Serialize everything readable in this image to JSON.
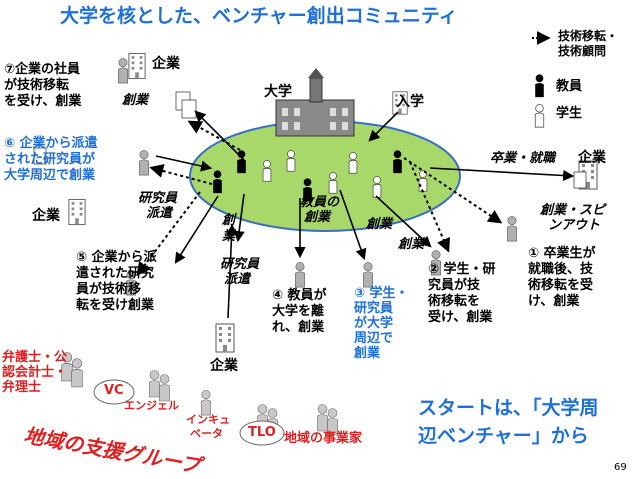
{
  "title": "大学を核とした、ベンチャー創出コミュニティ",
  "legend": {
    "transfer": "技術移転・",
    "transfer2": "技術顧問",
    "faculty": "教員",
    "student": "学生"
  },
  "labels": {
    "university": "大学",
    "enter_university": "入学",
    "company": "企業",
    "startup": "創業",
    "graduate_employ": "卒業・就職",
    "create_spinout1": "創業・スピ",
    "create_spinout2": "ンアウト",
    "faculty_startup1": "教員の",
    "faculty_startup2": "創業",
    "researcher_dispatch1": "研究員",
    "researcher_dispatch2": "派遣",
    "startup_vertical1": "創",
    "startup_vertical2": "業",
    "page_number": "69"
  },
  "notes": {
    "n7": [
      "⑦企業の社員",
      "が技術移転",
      "を受け、創業"
    ],
    "n6": [
      "⑥ 企業から派遣",
      "された研究員が",
      "大学周辺で創業"
    ],
    "n5": [
      "⑤ 企業から派",
      "遣された研究",
      "員が技術移",
      "転を受け創業"
    ],
    "n4": [
      "④ 教員が",
      "大学を離",
      "れ、創業"
    ],
    "n3": [
      "③ 学生・",
      "研究員",
      "が大学",
      "周辺で",
      "創業"
    ],
    "n2": [
      "② 学生・研",
      "究員が技",
      "術移転を",
      "受け、創業"
    ],
    "n1": [
      "① 卒業生が",
      "就職後、技",
      "術移転を受",
      "け、創業"
    ]
  },
  "support": {
    "lawyer": [
      "弁護士・公",
      "認会計士・",
      "弁理士"
    ],
    "vc": "VC",
    "angel": "エンジェル",
    "incubator1": "インキュ",
    "incubator2": "ベータ",
    "tlo": "TLO",
    "local_entrepreneur": "地域の事業家",
    "group_label": "地域の支援グループ"
  },
  "start_message": [
    "スタートは、「大学周",
    "辺ベンチャー」から"
  ],
  "colors": {
    "ellipse_fill": "#a8d86a",
    "ellipse_stroke": "#3a6fc4",
    "blue_text": "#1e6fd9",
    "red_text": "#e02020",
    "figure_gray": "#b0b0b0"
  }
}
